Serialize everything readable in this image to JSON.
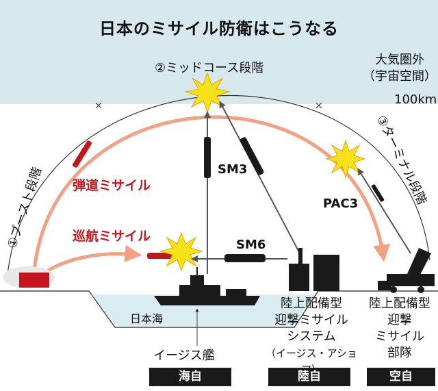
{
  "title": "日本のミサイル防衛はこうなる",
  "space": {
    "line1": "大気圏外",
    "line2": "（宇宙空間）",
    "altitude": "100km"
  },
  "phases": {
    "boost": "①ブースト段階",
    "midcourse": "②ミッドコース段階",
    "terminal": "③ターミナル段階"
  },
  "missiles": {
    "ballistic": "弾道ミサイル",
    "cruise": "巡航ミサイル",
    "sm3": "SM3",
    "sm6": "SM6",
    "pac3": "PAC3"
  },
  "sea": {
    "name": "日本海"
  },
  "units": {
    "aegis_ship": "イージス艦",
    "aegis_ashore": {
      "line1": "陸上配備型",
      "line2": "迎撃ミサイル",
      "line3": "システム",
      "line4": "（イージス・アショア）"
    },
    "pac3_unit": {
      "line1": "陸上配備型",
      "line2": "迎撃",
      "line3": "ミサイル",
      "line4": "部隊"
    }
  },
  "branches": {
    "navy": "海自",
    "army": "陸自",
    "air": "空自"
  },
  "colors": {
    "space_band": "#d8e9ee",
    "trajectory": "#f2a184",
    "missile_red": "#c4161c",
    "explosion": "#f7e21a",
    "sea": "#d9ecf1",
    "badge_bg": "#1a1a1a"
  }
}
